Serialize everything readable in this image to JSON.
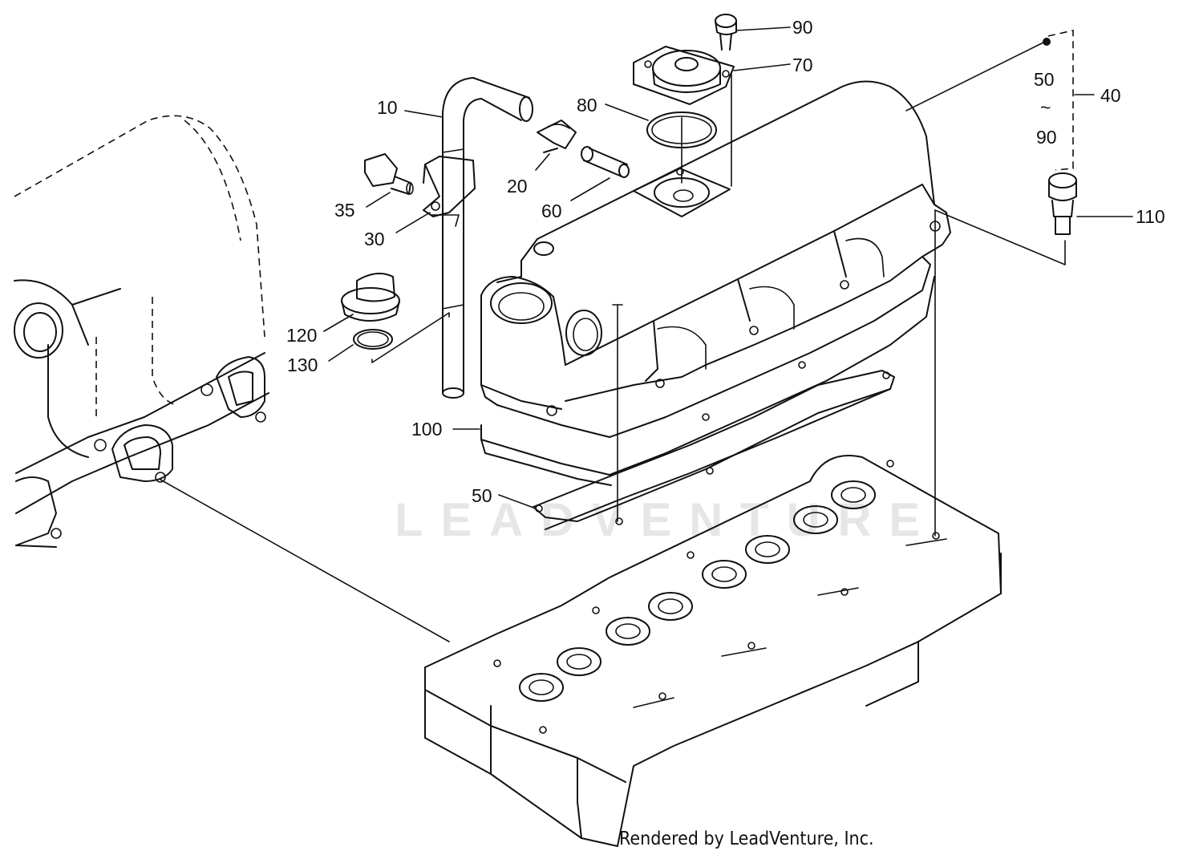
{
  "diagram": {
    "part_labels": {
      "p10": "10",
      "p20": "20",
      "p30": "30",
      "p35": "35",
      "p40": "40",
      "p50a": "50",
      "p50b": "50",
      "p60": "60",
      "p70": "70",
      "p80": "80",
      "p90a": "90",
      "p90b": "90",
      "p100": "100",
      "p110": "110",
      "p120": "120",
      "p130": "130",
      "range_symbol": "~"
    },
    "watermark": "LEADVENTURE",
    "credit": "Rendered by LeadVenture, Inc.",
    "colors": {
      "line": "#111111",
      "watermark": "#e6e6e6",
      "background": "#ffffff"
    }
  }
}
